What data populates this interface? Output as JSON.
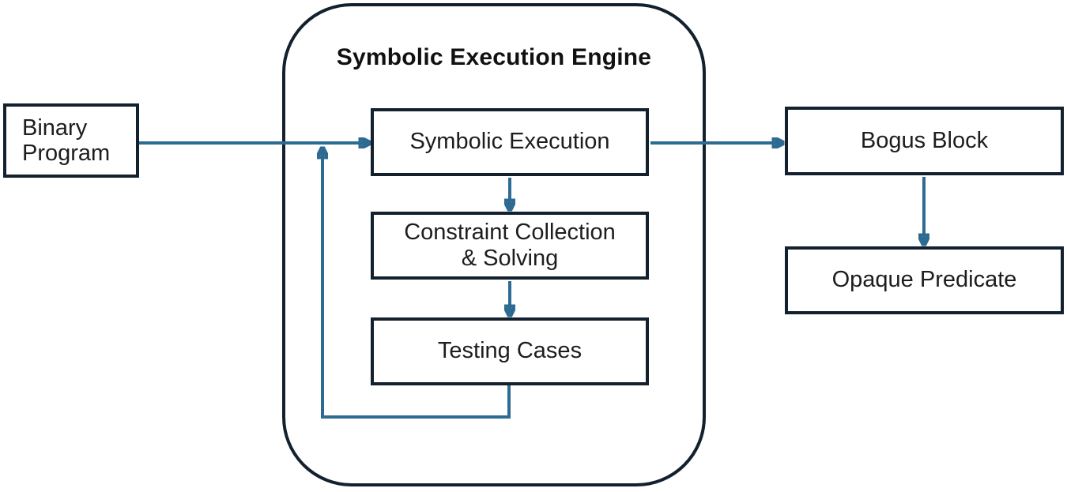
{
  "diagram": {
    "title": "Symbolic Execution Engine",
    "nodes": {
      "binary_program": {
        "lines": [
          "Binary",
          "Program"
        ]
      },
      "symbolic_execution": {
        "label": "Symbolic Execution"
      },
      "constraint_collection": {
        "lines": [
          "Constraint Collection",
          "& Solving"
        ]
      },
      "testing_cases": {
        "label": "Testing Cases"
      },
      "bogus_block": {
        "label": "Bogus Block"
      },
      "opaque_predicate": {
        "label": "Opaque Predicate"
      }
    },
    "edges": [
      {
        "from": "Binary Program",
        "to": "Symbolic Execution",
        "type": "flow"
      },
      {
        "from": "Symbolic Execution",
        "to": "Constraint Collection & Solving",
        "type": "flow"
      },
      {
        "from": "Constraint Collection & Solving",
        "to": "Testing Cases",
        "type": "flow"
      },
      {
        "from": "Testing Cases",
        "to": "Symbolic Execution",
        "type": "feedback-loop"
      },
      {
        "from": "Symbolic Execution",
        "to": "Bogus Block",
        "type": "flow"
      },
      {
        "from": "Bogus Block",
        "to": "Opaque Predicate",
        "type": "flow"
      }
    ],
    "colors": {
      "background": "#ffffff",
      "box_border": "#13202e",
      "arrow": "#2d6b92",
      "text": "#1d1d1d"
    }
  }
}
